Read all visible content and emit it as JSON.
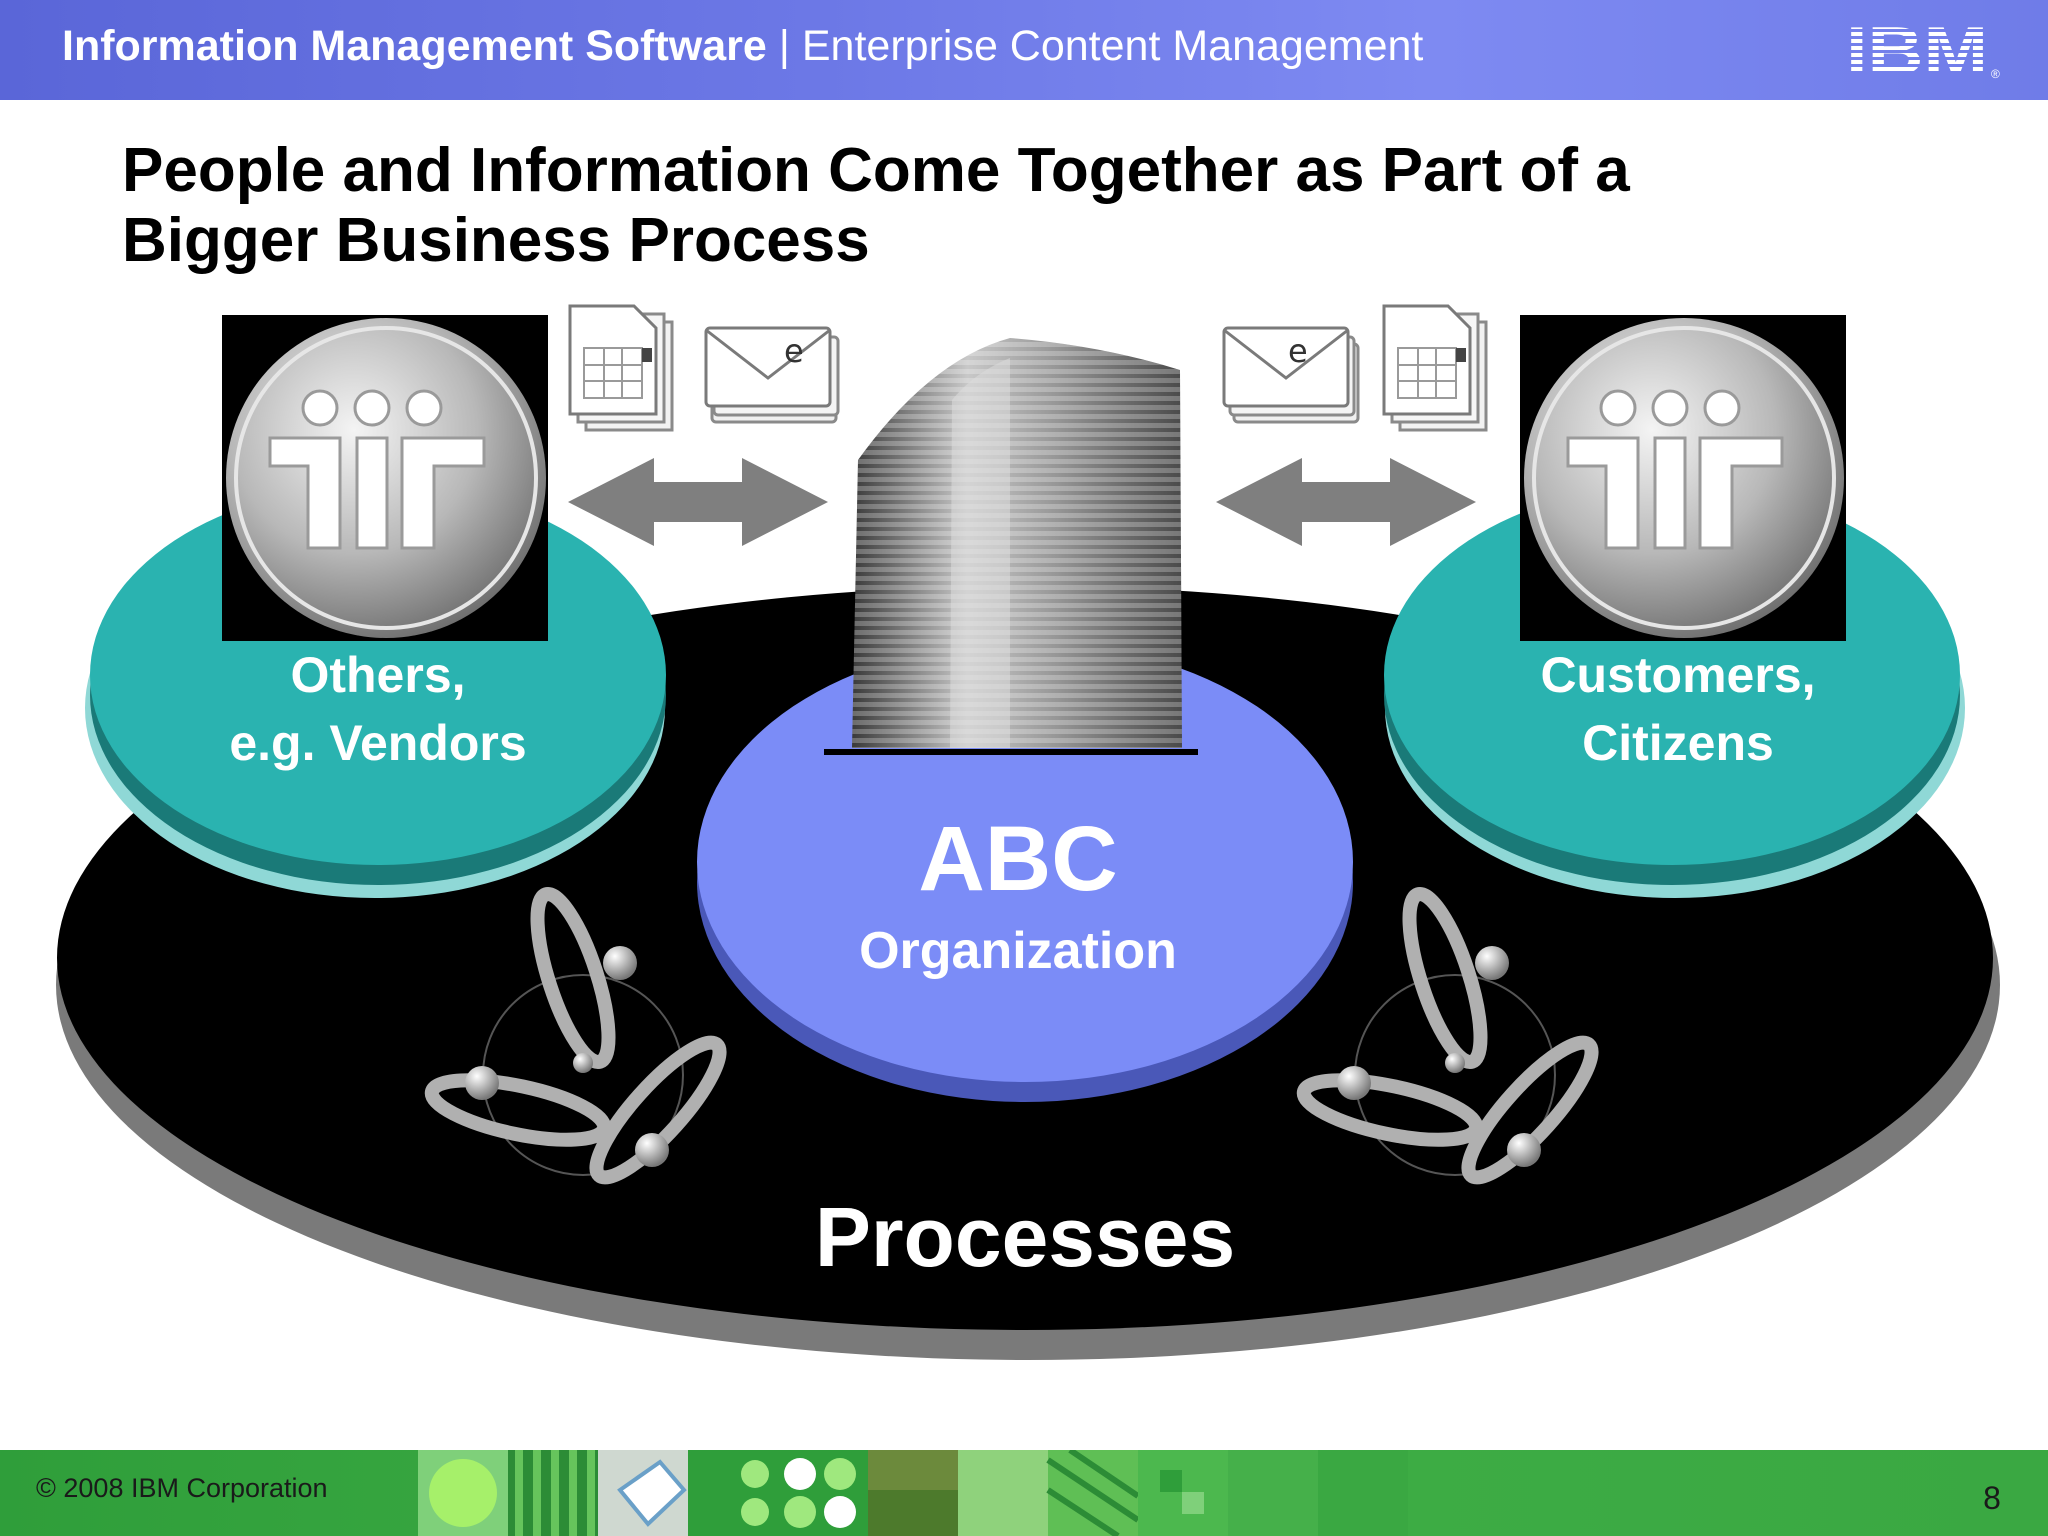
{
  "header": {
    "title_bold": "Information Management Software",
    "separator": " | ",
    "title_regular": "Enterprise Content Management",
    "logo_text": "IBM",
    "logo_mark": "®"
  },
  "slide": {
    "title_line1": "People and Information Come Together as Part of a",
    "title_line2": "Bigger Business Process"
  },
  "diagram": {
    "left_group_line1": "Others,",
    "left_group_line2": "e.g. Vendors",
    "right_group_line1": "Customers,",
    "right_group_line2": "Citizens",
    "center_title": "ABC",
    "center_subtitle": "Organization",
    "platform_label": "Processes",
    "document_icon_letter": "e",
    "colors": {
      "platform": "#000000",
      "platform_shadow": "#7a7a7a",
      "group": "#2ab3b0",
      "group_shadow": "#1a7a78",
      "center": "#7b8cf7",
      "center_shadow": "#4a58b8",
      "arrow": "#7f7f7f",
      "header": "#6c78e6",
      "footer": "#3aa842"
    },
    "icons": [
      "people-icon",
      "spreadsheet-document-icon",
      "email-envelope-icon",
      "double-arrow-icon",
      "building-icon",
      "process-orbit-icon",
      "ibm-logo-icon"
    ]
  },
  "footer": {
    "copyright": "© 2008 IBM Corporation",
    "page_number": "8"
  }
}
